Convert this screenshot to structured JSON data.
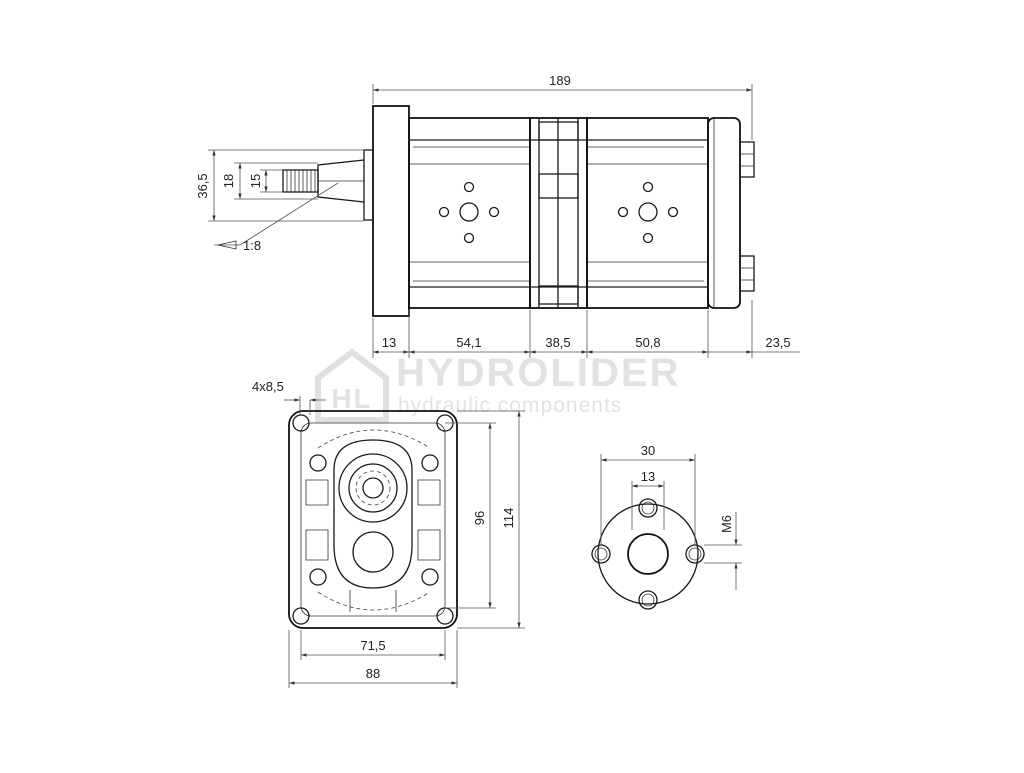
{
  "watermark": {
    "title": "HYDROLIDER",
    "subtitle": "hydraulic components",
    "logo_letters": "HL"
  },
  "side_view": {
    "overall_length": "189",
    "seg_flange": "13",
    "seg_body1": "54,1",
    "seg_middle": "38,5",
    "seg_body2": "50,8",
    "seg_rear": "23,5",
    "shaft_d_outer": "36,5",
    "shaft_d_mid": "18",
    "shaft_d_thread": "15",
    "taper": "1:8"
  },
  "front_view": {
    "holes": "4x8,5",
    "inner_width": "71,5",
    "outer_width": "88",
    "inner_height": "96",
    "outer_height": "114"
  },
  "port_view": {
    "outer": "30",
    "inner": "13",
    "thread": "M6"
  }
}
